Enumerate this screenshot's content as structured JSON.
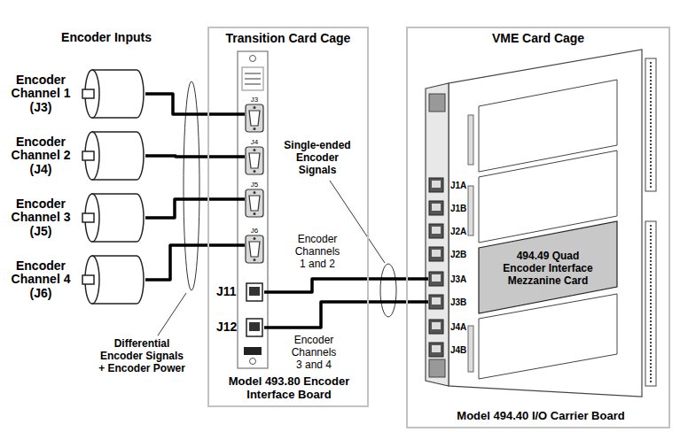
{
  "diagram": {
    "nodes": [
      {
        "text": [
          "Encoder Channel 1 (J3)"
        ]
      },
      {
        "text": [
          "Encoder Channel 2 (J4)"
        ]
      },
      {
        "text": [
          "Encoder Channel 3 (J5)"
        ]
      },
      {
        "text": [
          "Encoder Channel 4 (J6)"
        ]
      },
      {
        "text": [
          "Transition Card Cage"
        ]
      },
      {
        "text": [
          "Model 493.80 Encoder Interface Board"
        ],
        "in": 4
      },
      {
        "text": [
          "J3"
        ],
        "in": 5
      },
      {
        "text": [
          "J4"
        ],
        "in": 5
      },
      {
        "text": [
          "J5"
        ],
        "in": 5
      },
      {
        "text": [
          "J6"
        ],
        "in": 5
      },
      {
        "text": [
          "J11"
        ],
        "in": 5
      },
      {
        "text": [
          "J12"
        ],
        "in": 5
      },
      {
        "text": [
          "VME Card Cage"
        ]
      },
      {
        "text": [
          "Model 494.40 I/O Carrier Board"
        ],
        "in": 12
      },
      {
        "text": [
          "J1A"
        ],
        "in": 13
      },
      {
        "text": [
          "J1B"
        ],
        "in": 13
      },
      {
        "text": [
          "J2A"
        ],
        "in": 13
      },
      {
        "text": [
          "J2B"
        ],
        "in": 13
      },
      {
        "text": [
          "J3A"
        ],
        "in": 13
      },
      {
        "text": [
          "J3B"
        ],
        "in": 13
      },
      {
        "text": [
          "J4A"
        ],
        "in": 13
      },
      {
        "text": [
          "J4B"
        ],
        "in": 13
      },
      {
        "text": [
          "494.49 Quad Encoder Interface Mezzanine Card"
        ],
        "in": 13
      }
    ],
    "edges": [
      {
        "from": 0,
        "to": 6,
        "arrow": "none"
      },
      {
        "from": 1,
        "to": 7,
        "arrow": "none"
      },
      {
        "from": 2,
        "to": 8,
        "arrow": "none"
      },
      {
        "from": 3,
        "to": 9,
        "arrow": "none"
      },
      {
        "from": 10,
        "to": 18,
        "arrow": "none"
      },
      {
        "from": 11,
        "to": 19,
        "arrow": "none"
      }
    ],
    "labels": [
      "Encoder Inputs",
      "Single-ended Encoder Signals",
      "Encoder Channels 1 and 2",
      "Encoder Channels 3 and 4",
      "Differential Encoder Signals + Encoder Power"
    ]
  }
}
